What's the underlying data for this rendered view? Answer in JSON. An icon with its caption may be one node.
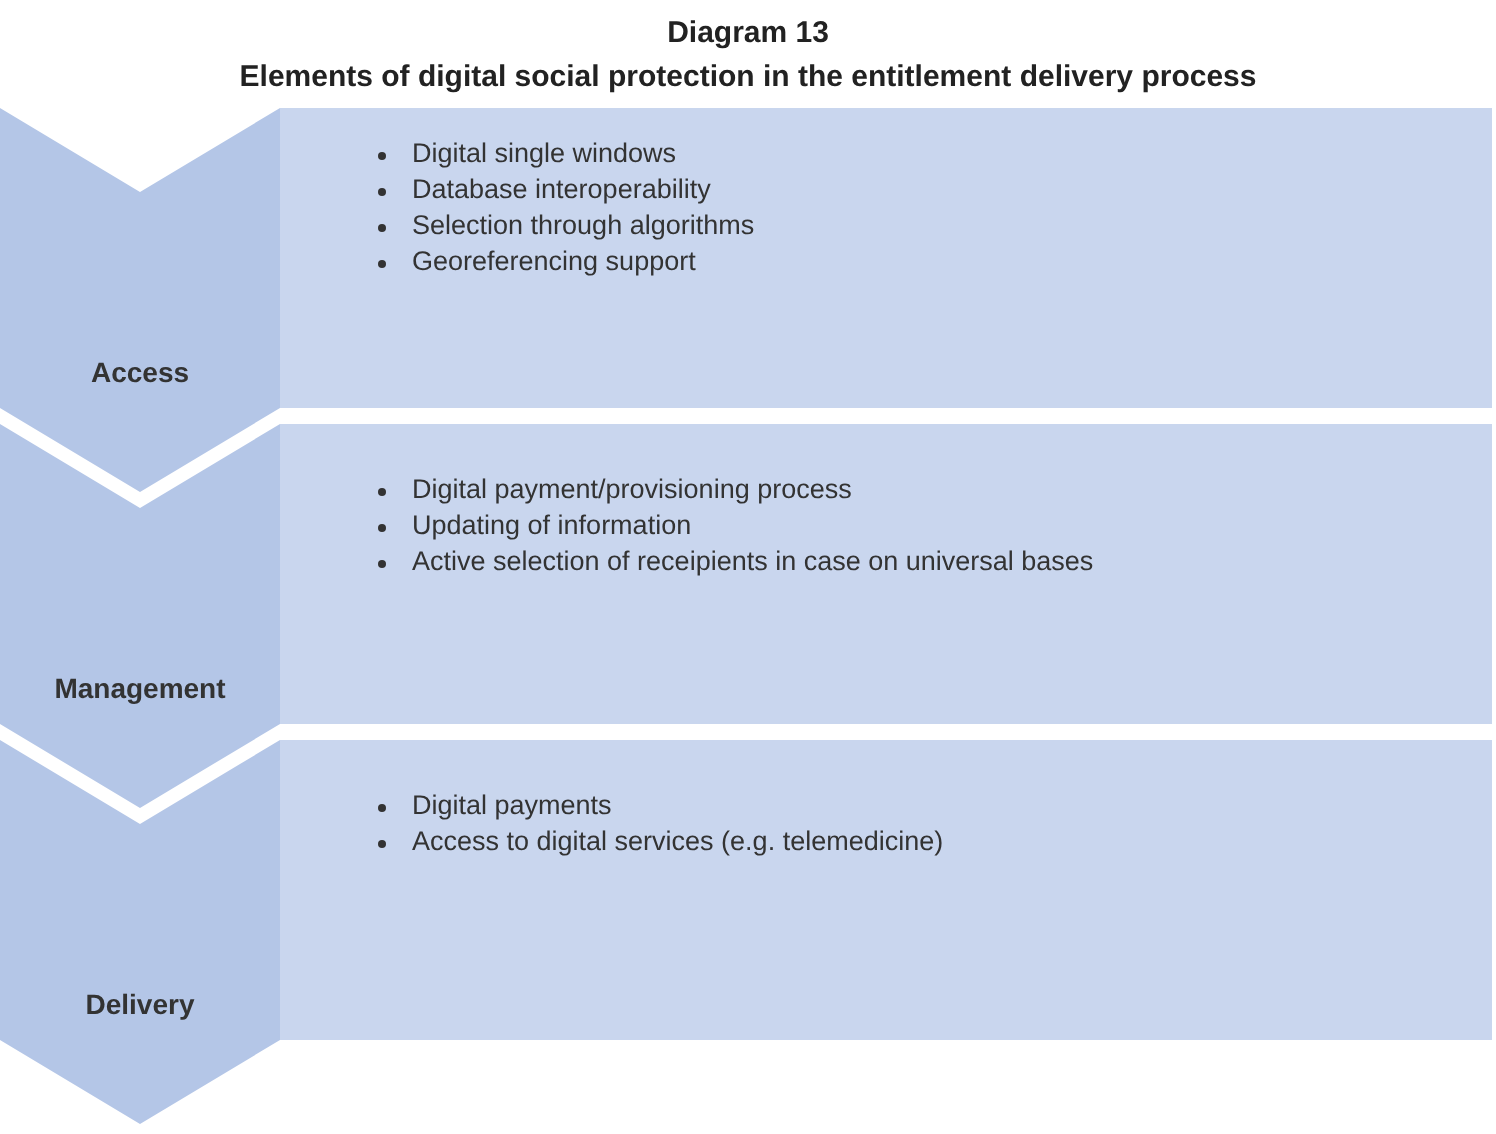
{
  "diagram": {
    "title": "Diagram 13",
    "nodes": [
      {
        "text": [
          "Access"
        ]
      },
      {
        "text": [
          "Digital single windows",
          "Database interoperability",
          "Selection through algorithms",
          "Georeferencing support"
        ]
      },
      {
        "text": [
          "Management"
        ]
      },
      {
        "text": [
          "Digital payment/provisioning process",
          "Updating of information",
          "Active selection of receipients in case on universal bases"
        ]
      },
      {
        "text": [
          "Delivery"
        ]
      },
      {
        "text": [
          "Digital payments",
          "Access to digital services (e.g. telemedicine)"
        ]
      }
    ],
    "labels": [
      "Elements of digital social protection in the entitlement delivery process"
    ]
  }
}
